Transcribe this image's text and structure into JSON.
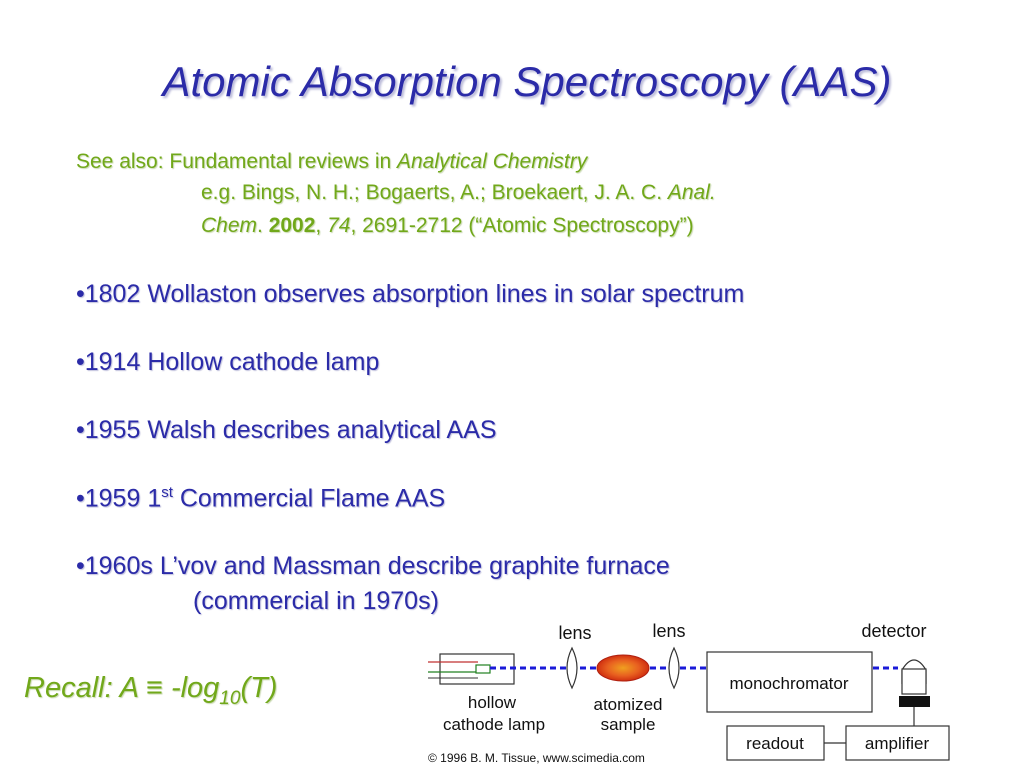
{
  "title": "Atomic Absorption Spectroscopy (AAS)",
  "reference": {
    "see_also": "See also: Fundamental reviews in ",
    "journal": "Analytical Chemistry",
    "eg_authors": "e.g. Bings, N. H.; Bogaerts, A.; Broekaert, J. A. C. ",
    "anal": "Anal.",
    "chem": "Chem",
    "dot": ". ",
    "year": "2002",
    "comma1": ", ",
    "volume": "74",
    "pages": ", 2691-2712 (“Atomic Spectroscopy”)"
  },
  "bullets": {
    "b1": "•1802 Wollaston observes absorption lines in solar spectrum",
    "b2": "•1914 Hollow cathode lamp",
    "b3": "•1955 Walsh describes analytical AAS",
    "b4_pre": "•1959 1",
    "b4_sup": "st",
    "b4_post": " Commercial Flame AAS",
    "b5_line1": "•1960s L’vov and Massman describe graphite furnace",
    "b5_line2": "(commercial in 1970s)"
  },
  "recall": {
    "pre": "Recall: A ≡ -log",
    "sub": "10",
    "post": "(T)"
  },
  "diagram": {
    "lens1": "lens",
    "lens2": "lens",
    "detector": "detector",
    "monochromator": "monochromator",
    "hollow": "hollow",
    "cathode_lamp": "cathode lamp",
    "atomized": "atomized",
    "sample": "sample",
    "readout": "readout",
    "amplifier": "amplifier",
    "copyright": "© 1996 B. M. Tissue, www.scimedia.com"
  },
  "colors": {
    "title_blue": "#2b2ba8",
    "reference_green": "#71a81a",
    "beam_blue": "#1a1ad8",
    "flame_red": "#e03a10",
    "flame_orange": "#f0a020"
  }
}
